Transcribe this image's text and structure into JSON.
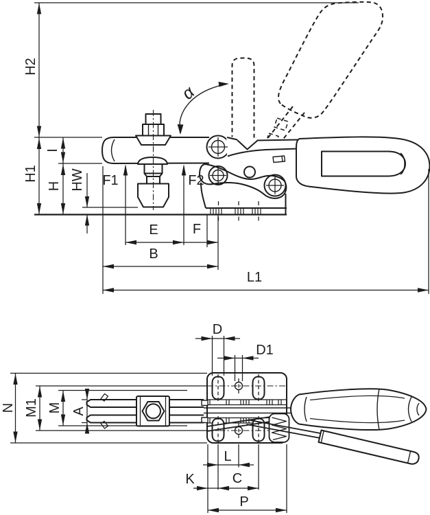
{
  "drawing_title": "",
  "colors": {
    "line": "#1c1c1c",
    "background": "#ffffff"
  },
  "views": {
    "side": {
      "labels": {
        "h2": "H2",
        "h1": "H1",
        "i": "I",
        "h": "H",
        "hw": "HW",
        "f1": "F1",
        "f2": "F2",
        "alpha": "α",
        "e": "E",
        "f": "F",
        "b": "B",
        "l1": "L1"
      }
    },
    "plan": {
      "labels": {
        "d": "D",
        "d1": "D1",
        "n": "N",
        "m1": "M1",
        "m": "M",
        "a": "A",
        "l": "L",
        "k": "K",
        "c": "C",
        "p": "P"
      }
    }
  }
}
